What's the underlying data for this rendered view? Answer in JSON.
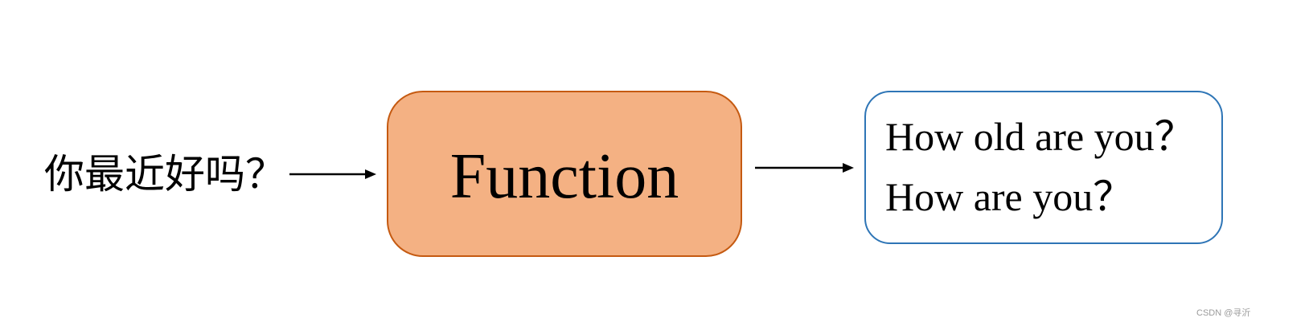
{
  "input": {
    "text": "你最近好吗？"
  },
  "function_box": {
    "label": "Function",
    "fill": "#F4B183",
    "stroke": "#C55A11"
  },
  "output_box": {
    "lines": [
      "How old are you？",
      "How are you？"
    ],
    "fill": "#FFFFFF",
    "stroke": "#2E75B6"
  },
  "watermark": "CSDN @寻沂"
}
